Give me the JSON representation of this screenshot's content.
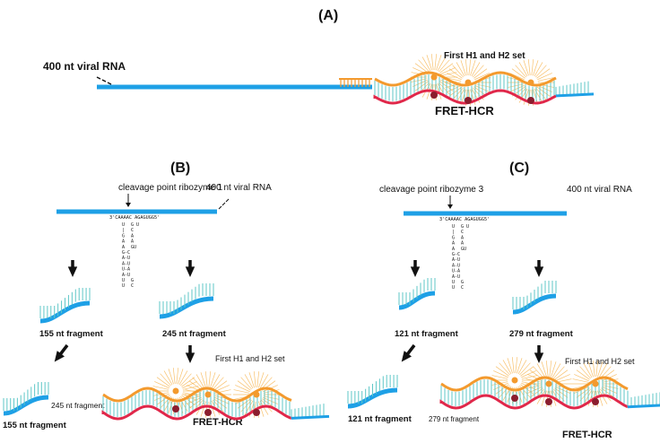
{
  "panels": {
    "a": {
      "letter": "(A)",
      "rna_label": "400 nt viral RNA",
      "set_label": "First H1 and H2 set",
      "fret_label": "FRET-HCR"
    },
    "b": {
      "letter": "(B)",
      "cleavage_label": "cleavage point ribozyme 1",
      "rna_label": "400 nt viral RNA",
      "frag_left": "155 nt fragment",
      "frag_right": "245 nt fragment",
      "frag_left_bottom": "155 nt fragment",
      "hcr_frag": "245 nt fragment",
      "set_label": "First H1 and H2 set",
      "fret_label": "FRET-HCR"
    },
    "c": {
      "letter": "(C)",
      "cleavage_label": "cleavage point ribozyme 3",
      "rna_label": "400 nt viral RNA",
      "frag_left": "121 nt fragment",
      "frag_right": "279 nt fragment",
      "frag_left_bottom": "121 nt fragment",
      "hcr_frag": "279 nt fragment",
      "set_label": "First H1 and H2 set",
      "fret_label": "FRET-HCR"
    }
  },
  "ribozyme_seq": {
    "top": "3'CAAAAC  AGAGUGG5'",
    "stem": [
      "U",
      "|",
      "G",
      "A",
      "A",
      "G-C",
      "A-U",
      "A-U",
      "U-A",
      "A-U",
      "U",
      "U"
    ],
    "stem_right": [
      "G U",
      "C",
      "A",
      "A",
      "GU",
      "",
      "",
      "",
      "",
      "",
      "G",
      "C"
    ]
  },
  "colors": {
    "rna": "#1ea0e6",
    "hairpin_h1": "#f39a2e",
    "hairpin_h2": "#e0284a",
    "stem_teal": "#5fc7c7",
    "glow": "#f6b24a",
    "arrow": "#111111"
  }
}
